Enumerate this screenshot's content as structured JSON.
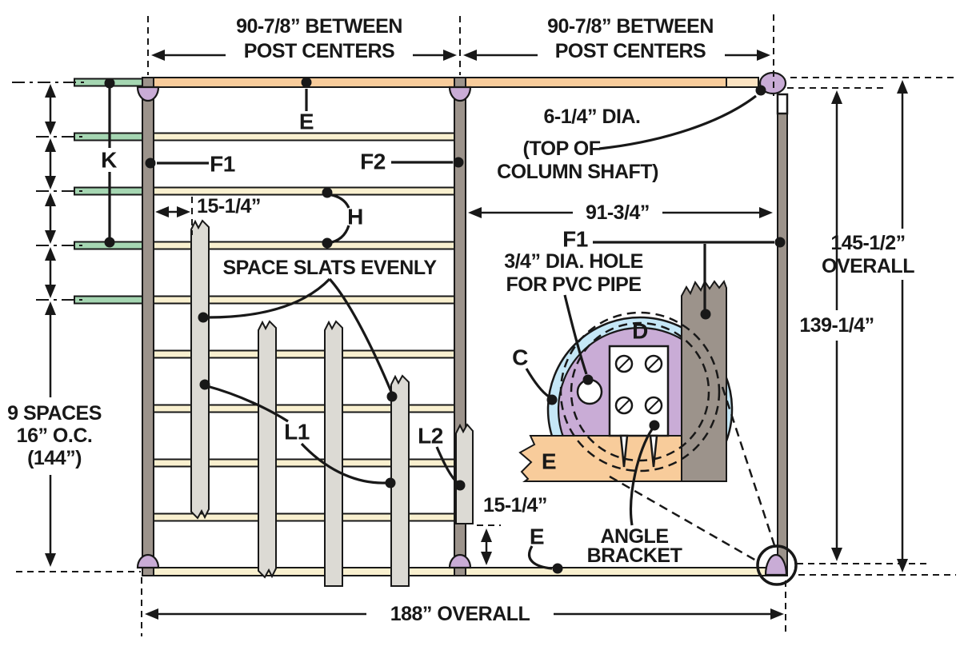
{
  "diagram": {
    "type": "pergola-trellis construction drawing",
    "colors": {
      "line": "#181818",
      "beam_orange": "#f8cc9b",
      "rail_cream": "#f9f0cf",
      "post_taupe": "#9c938b",
      "cleat_green": "#a5d6b2",
      "slat_gray": "#dcdad4",
      "column_purple": "#c9acd6",
      "ring_blue": "#c5e7f6"
    },
    "part_labels": {
      "e_top": "E",
      "k": "K",
      "f1": "F1",
      "f2": "F2",
      "h": "H",
      "l1": "L1",
      "l2": "L2",
      "c": "C",
      "d": "D",
      "e_detail": "E",
      "e_bottom": "E",
      "f1_right": "F1"
    },
    "dimensions": {
      "left_span_line1": "90-7/8” BETWEEN",
      "left_span_line2": "POST CENTERS",
      "right_span_line1": "90-7/8” BETWEEN",
      "right_span_line2": "POST CENTERS",
      "slat_offset_top": "15-1/4”",
      "slat_offset_bottom": "15-1/4”",
      "mid_span": "91-3/4”",
      "overall_height_line1": "145-1/2”",
      "overall_height_line2": "OVERALL",
      "column_height": "139-1/4”",
      "spaces_line1": "9 SPACES",
      "spaces_line2": "16” O.C.",
      "spaces_line3": "(144”)",
      "overall_width": "188” OVERALL"
    },
    "callouts": {
      "column_dia_line1": "6-1/4” DIA.",
      "column_dia_line2": "(TOP OF",
      "column_dia_line3": "COLUMN SHAFT)",
      "pvc_line1": "3/4” DIA. HOLE",
      "pvc_line2": "FOR PVC PIPE",
      "space_slats": "SPACE SLATS EVENLY",
      "angle_line1": "ANGLE",
      "angle_line2": "BRACKET"
    }
  }
}
